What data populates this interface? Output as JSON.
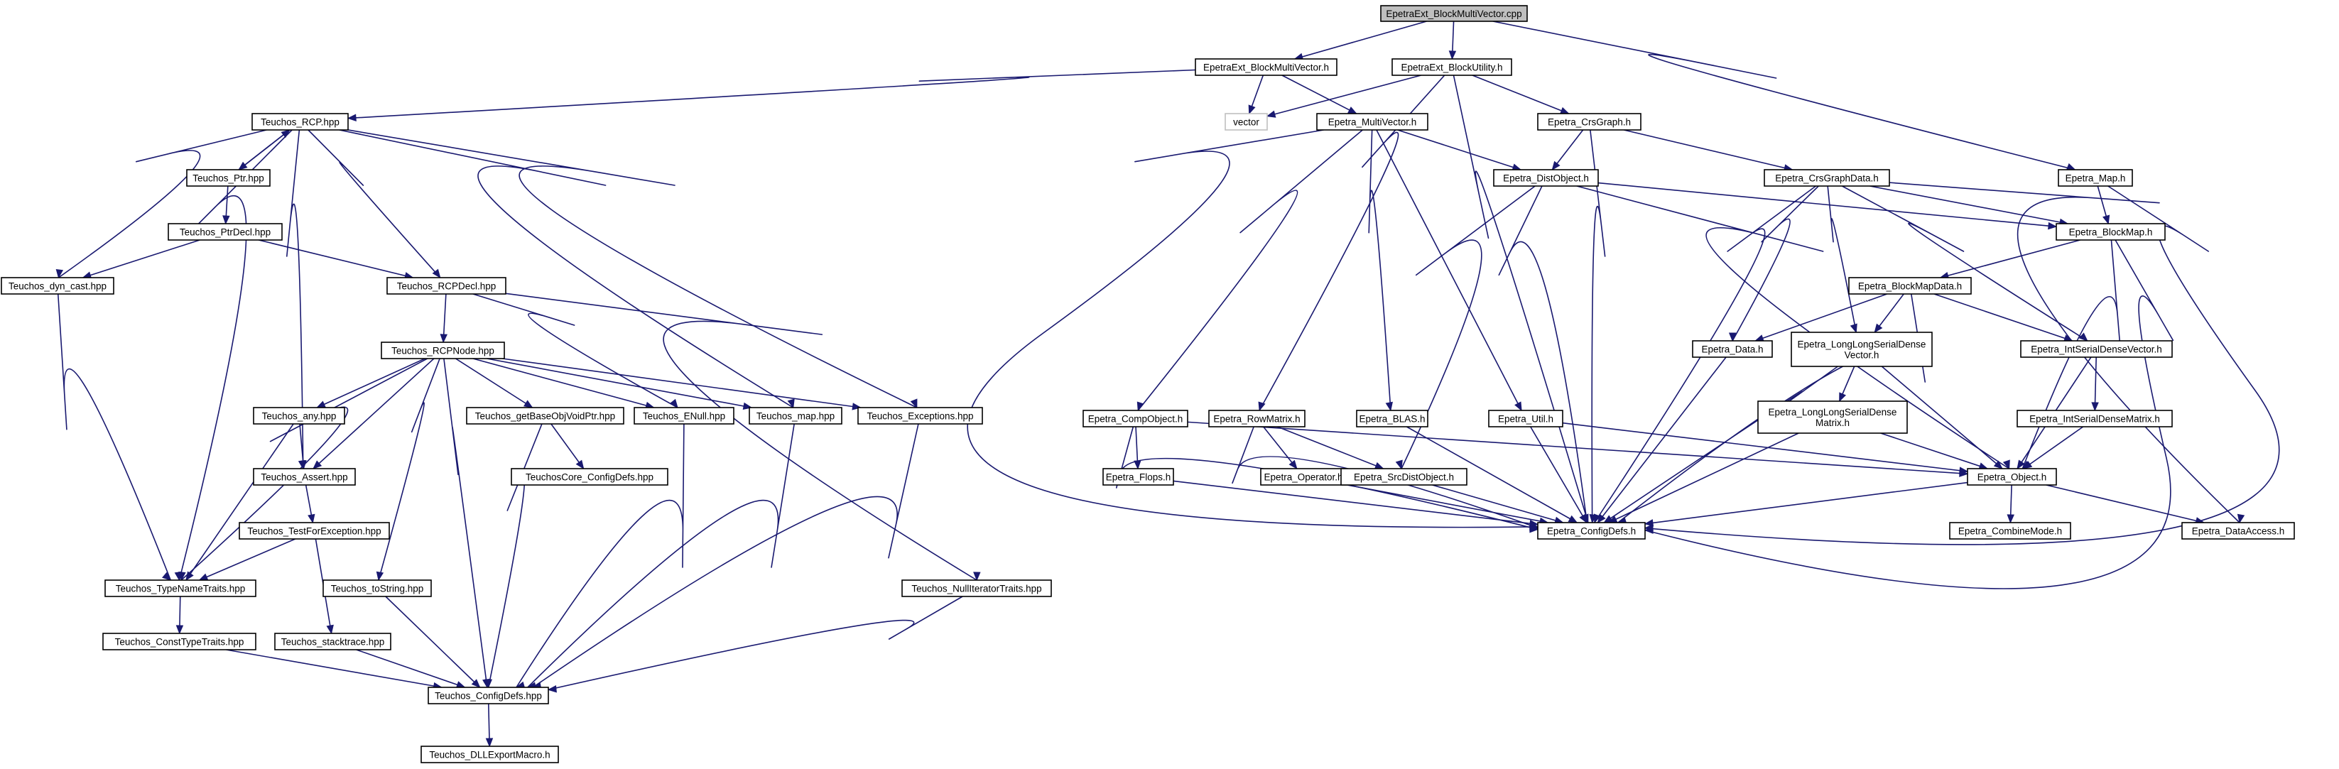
{
  "diagram": {
    "type": "include-dependency-graph",
    "colors": {
      "edge": "#191970",
      "root_fill": "#bfbfbf",
      "node_fill": "#ffffff",
      "node_border": "#000000",
      "missing_border": "#bfbfbf"
    },
    "nodes": [
      {
        "id": "root",
        "lines": [
          "EpetraExt_BlockMultiVector.cpp"
        ],
        "kind": "root"
      },
      {
        "id": "bmvh",
        "lines": [
          "EpetraExt_BlockMultiVector.h"
        ]
      },
      {
        "id": "buh",
        "lines": [
          "EpetraExt_BlockUtility.h"
        ]
      },
      {
        "id": "emap",
        "lines": [
          "Epetra_Map.h"
        ]
      },
      {
        "id": "rcp",
        "lines": [
          "Teuchos_RCP.hpp"
        ]
      },
      {
        "id": "vector",
        "lines": [
          "vector"
        ],
        "kind": "missing"
      },
      {
        "id": "mvh",
        "lines": [
          "Epetra_MultiVector.h"
        ]
      },
      {
        "id": "crsg",
        "lines": [
          "Epetra_CrsGraph.h"
        ]
      },
      {
        "id": "ptr",
        "lines": [
          "Teuchos_Ptr.hpp"
        ]
      },
      {
        "id": "ptrdecl",
        "lines": [
          "Teuchos_PtrDecl.hpp"
        ]
      },
      {
        "id": "dyncast",
        "lines": [
          "Teuchos_dyn_cast.hpp"
        ]
      },
      {
        "id": "rcpdecl",
        "lines": [
          "Teuchos_RCPDecl.hpp"
        ]
      },
      {
        "id": "rcpnode",
        "lines": [
          "Teuchos_RCPNode.hpp"
        ]
      },
      {
        "id": "any",
        "lines": [
          "Teuchos_any.hpp"
        ]
      },
      {
        "id": "gbovp",
        "lines": [
          "Teuchos_getBaseObjVoidPtr.hpp"
        ]
      },
      {
        "id": "enull",
        "lines": [
          "Teuchos_ENull.hpp"
        ]
      },
      {
        "id": "tmap",
        "lines": [
          "Teuchos_map.hpp"
        ]
      },
      {
        "id": "texc",
        "lines": [
          "Teuchos_Exceptions.hpp"
        ]
      },
      {
        "id": "assert",
        "lines": [
          "Teuchos_Assert.hpp"
        ]
      },
      {
        "id": "tccfg",
        "lines": [
          "TeuchosCore_ConfigDefs.hpp"
        ]
      },
      {
        "id": "tfe",
        "lines": [
          "Teuchos_TestForException.hpp"
        ]
      },
      {
        "id": "tnt",
        "lines": [
          "Teuchos_TypeNameTraits.hpp"
        ]
      },
      {
        "id": "tostr",
        "lines": [
          "Teuchos_toString.hpp"
        ]
      },
      {
        "id": "nit",
        "lines": [
          "Teuchos_NullIteratorTraits.hpp"
        ]
      },
      {
        "id": "ctt",
        "lines": [
          "Teuchos_ConstTypeTraits.hpp"
        ]
      },
      {
        "id": "stack",
        "lines": [
          "Teuchos_stacktrace.hpp"
        ]
      },
      {
        "id": "tcfg",
        "lines": [
          "Teuchos_ConfigDefs.hpp"
        ]
      },
      {
        "id": "dll",
        "lines": [
          "Teuchos_DLLExportMacro.h"
        ]
      },
      {
        "id": "distobj",
        "lines": [
          "Epetra_DistObject.h"
        ]
      },
      {
        "id": "crsgd",
        "lines": [
          "Epetra_CrsGraphData.h"
        ]
      },
      {
        "id": "bmap",
        "lines": [
          "Epetra_BlockMap.h"
        ]
      },
      {
        "id": "bmapd",
        "lines": [
          "Epetra_BlockMapData.h"
        ]
      },
      {
        "id": "edata",
        "lines": [
          "Epetra_Data.h"
        ]
      },
      {
        "id": "llsdv",
        "lines": [
          "Epetra_LongLongSerialDense",
          "Vector.h"
        ]
      },
      {
        "id": "isdv",
        "lines": [
          "Epetra_IntSerialDenseVector.h"
        ]
      },
      {
        "id": "llsdm",
        "lines": [
          "Epetra_LongLongSerialDense",
          "Matrix.h"
        ]
      },
      {
        "id": "isdm",
        "lines": [
          "Epetra_IntSerialDenseMatrix.h"
        ]
      },
      {
        "id": "compobj",
        "lines": [
          "Epetra_CompObject.h"
        ]
      },
      {
        "id": "rowmat",
        "lines": [
          "Epetra_RowMatrix.h"
        ]
      },
      {
        "id": "blas",
        "lines": [
          "Epetra_BLAS.h"
        ]
      },
      {
        "id": "util",
        "lines": [
          "Epetra_Util.h"
        ]
      },
      {
        "id": "flops",
        "lines": [
          "Epetra_Flops.h"
        ]
      },
      {
        "id": "oper",
        "lines": [
          "Epetra_Operator.h"
        ]
      },
      {
        "id": "srcdo",
        "lines": [
          "Epetra_SrcDistObject.h"
        ]
      },
      {
        "id": "eobj",
        "lines": [
          "Epetra_Object.h"
        ]
      },
      {
        "id": "ecfg",
        "lines": [
          "Epetra_ConfigDefs.h"
        ]
      },
      {
        "id": "comb",
        "lines": [
          "Epetra_CombineMode.h"
        ]
      },
      {
        "id": "dacc",
        "lines": [
          "Epetra_DataAccess.h"
        ]
      }
    ]
  }
}
